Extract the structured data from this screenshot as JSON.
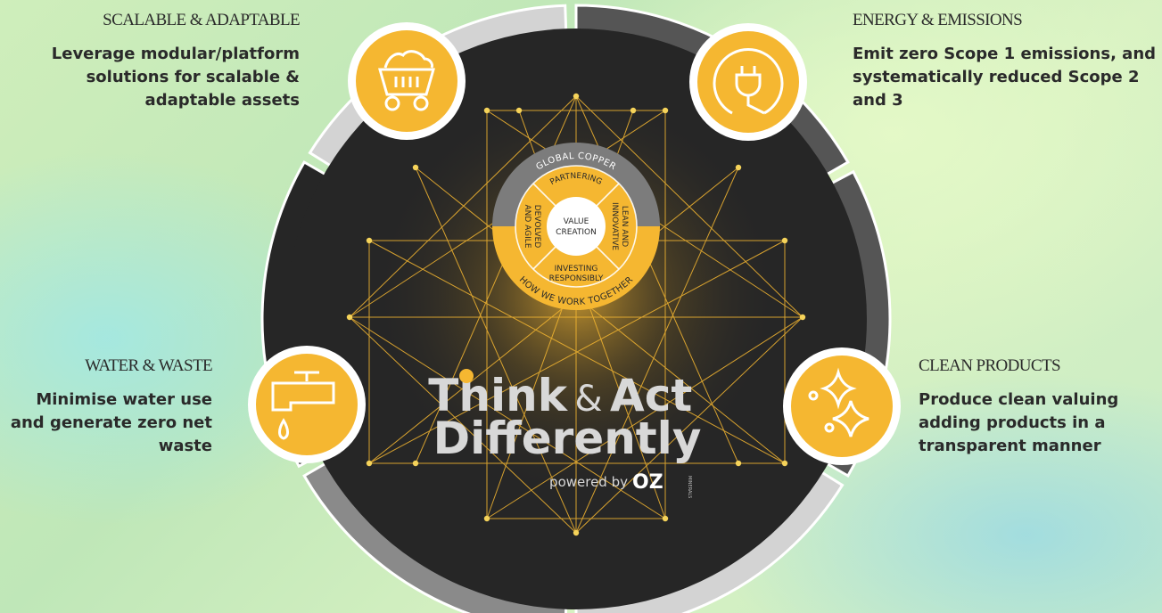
{
  "sections": {
    "scalable": {
      "title": "SCALABLE & ADAPTABLE",
      "text": "Leverage modular/platform solutions for scalable & adaptable assets",
      "icon": "mining-cart-icon"
    },
    "energy": {
      "title": "ENERGY & EMISSIONS",
      "text": "Emit zero Scope 1 emissions, and systematically reduced Scope 2 and 3",
      "icon": "power-plug-icon"
    },
    "water": {
      "title": "WATER & WASTE",
      "text": "Minimise water use and generate zero net waste",
      "icon": "water-tap-icon"
    },
    "clean": {
      "title": "CLEAN PRODUCTS",
      "text": "Produce clean valuing adding products in a transparent manner",
      "icon": "sparkles-icon"
    }
  },
  "wheel": {
    "outer_top": "GLOBAL COPPER",
    "outer_bottom": "HOW WE WORK TOGETHER",
    "segment_top": "PARTNERING",
    "segment_bottom_1": "INVESTING",
    "segment_bottom_2": "RESPONSIBLY",
    "segment_left_1": "DEVOLVED",
    "segment_left_2": "AND AGILE",
    "segment_right_1": "LEAN AND",
    "segment_right_2": "INNOVATIVE",
    "center_1": "VALUE",
    "center_2": "CREATION"
  },
  "branding": {
    "think": "Think",
    "amp": "&",
    "act": "Act",
    "differently": "Differently",
    "powered_by": "powered by",
    "logo": "OZ",
    "logo_sub": "MINERALS"
  },
  "colors": {
    "accent": "#F5B731",
    "dark": "#262626",
    "ring_light": "#D3D3D3",
    "ring_mid": "#8A8A8A",
    "ring_dark": "#555555"
  }
}
